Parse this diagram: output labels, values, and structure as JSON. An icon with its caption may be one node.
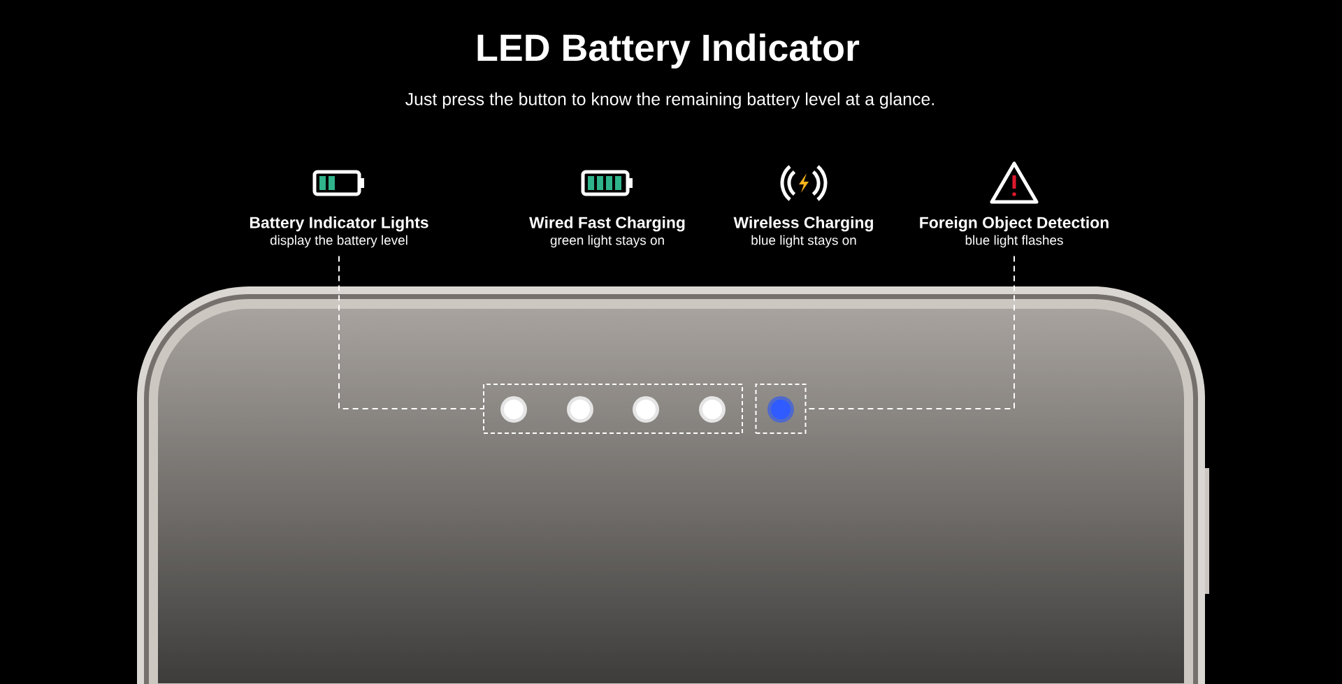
{
  "diagram": {
    "title": "LED Battery Indicator",
    "nodes": [
      {
        "text": [
          "Battery Indicator Lights",
          "display the battery level"
        ]
      },
      {
        "text": [
          "Wired Fast Charging",
          "green light stays on"
        ]
      },
      {
        "text": [
          "Wireless Charging",
          "blue light stays on"
        ]
      },
      {
        "text": [
          "Foreign Object Detection",
          "blue light flashes"
        ]
      },
      {
        "text": [],
        "shape": "box"
      },
      {
        "text": [],
        "shape": "box"
      }
    ],
    "edges": [
      {
        "from": 0,
        "to": 4,
        "arrow": "none",
        "style": "dashed"
      },
      {
        "from": 3,
        "to": 5,
        "arrow": "none",
        "style": "dashed"
      }
    ],
    "labels": [
      "Just press the button to know the remaining battery level at a glance."
    ]
  }
}
